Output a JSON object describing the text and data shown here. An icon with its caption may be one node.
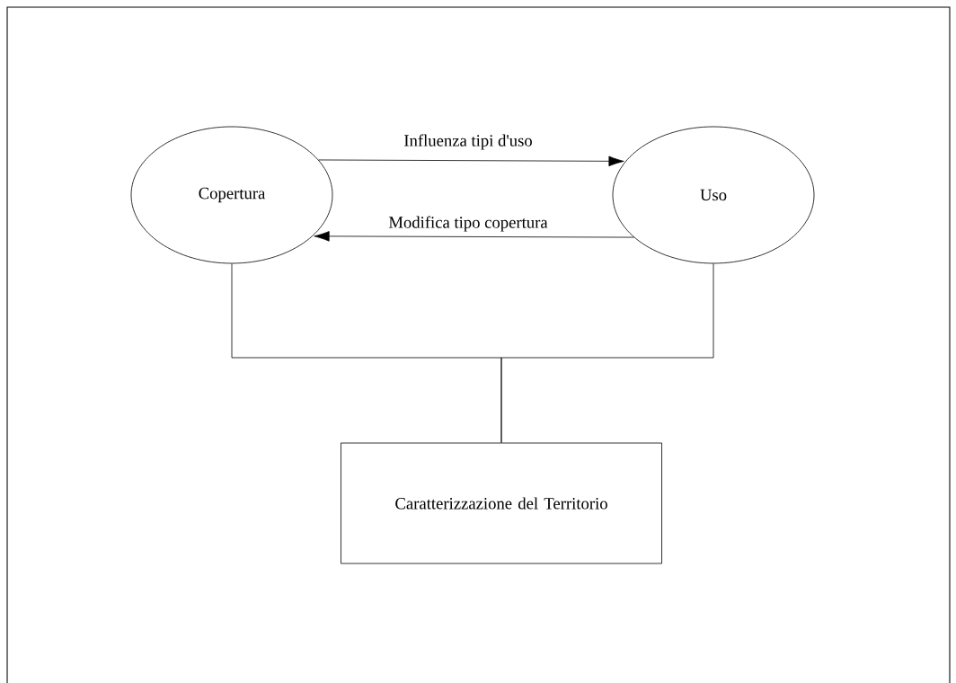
{
  "diagram": {
    "nodes": [
      {
        "text": [
          "Copertura"
        ]
      },
      {
        "text": [
          "Uso"
        ]
      },
      {
        "text": [
          "Caratterizzazione del Territorio"
        ]
      }
    ],
    "edges": [
      {
        "from": 0,
        "to": 1,
        "arrow": "to",
        "label": "Influenza tipi d'uso"
      },
      {
        "from": 1,
        "to": 0,
        "arrow": "to",
        "label": "Modifica tipo copertura"
      },
      {
        "from": 0,
        "to": 2,
        "arrow": "none"
      },
      {
        "from": 1,
        "to": 2,
        "arrow": "none"
      }
    ]
  }
}
